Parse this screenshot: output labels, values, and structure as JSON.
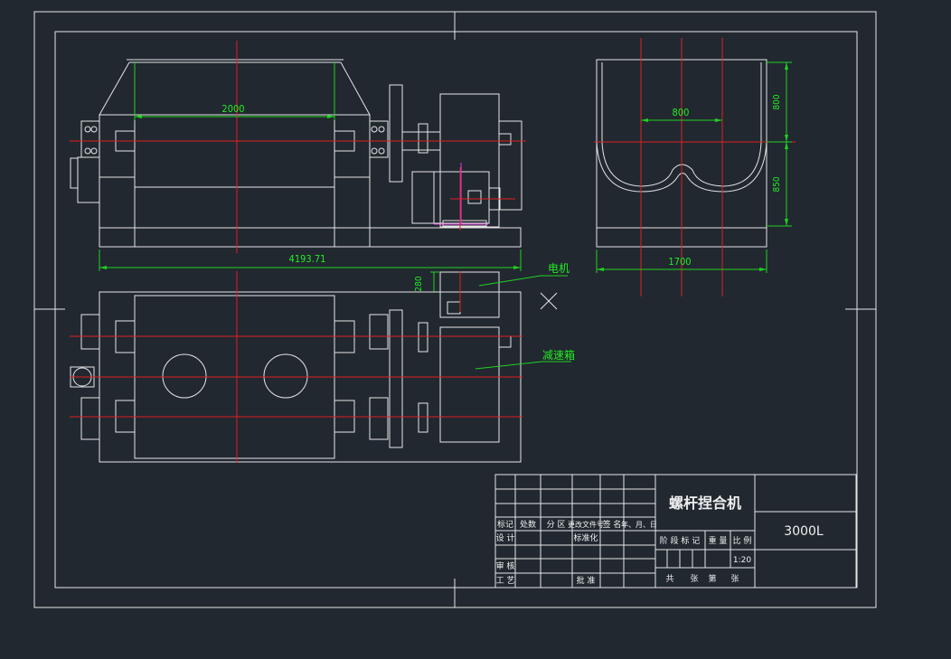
{
  "colors": {
    "background": "#212830",
    "lines": "#e6e6e6",
    "centerlines": "#e02020",
    "dimensions": "#22d022",
    "markers": "#e040e0"
  },
  "dimensions": {
    "trough_length": "2000",
    "overall_length": "4193.71",
    "motor_offset": "280",
    "side_width": "800",
    "side_upper_height": "800",
    "side_lower_height": "850",
    "side_total_width": "1700"
  },
  "callouts": {
    "motor": "电机",
    "reducer": "减速箱"
  },
  "title_block": {
    "drawing_name": "螺杆捏合机",
    "model": "3000L",
    "rev_headers": [
      "标记",
      "处数",
      "分 区",
      "更改文件号",
      "签 名",
      "年、月、日"
    ],
    "design": "设 计",
    "standardization": "标准化",
    "review": "审 核",
    "process": "工 艺",
    "approve": "批 准",
    "stage_mark": "阶 段 标 记",
    "weight": "重 量",
    "scale_label": "比 例",
    "scale": "1:20",
    "total_sheets": "共",
    "sheet_unit": "张",
    "sheet_no": "第",
    "sheet_unit2": "张"
  }
}
